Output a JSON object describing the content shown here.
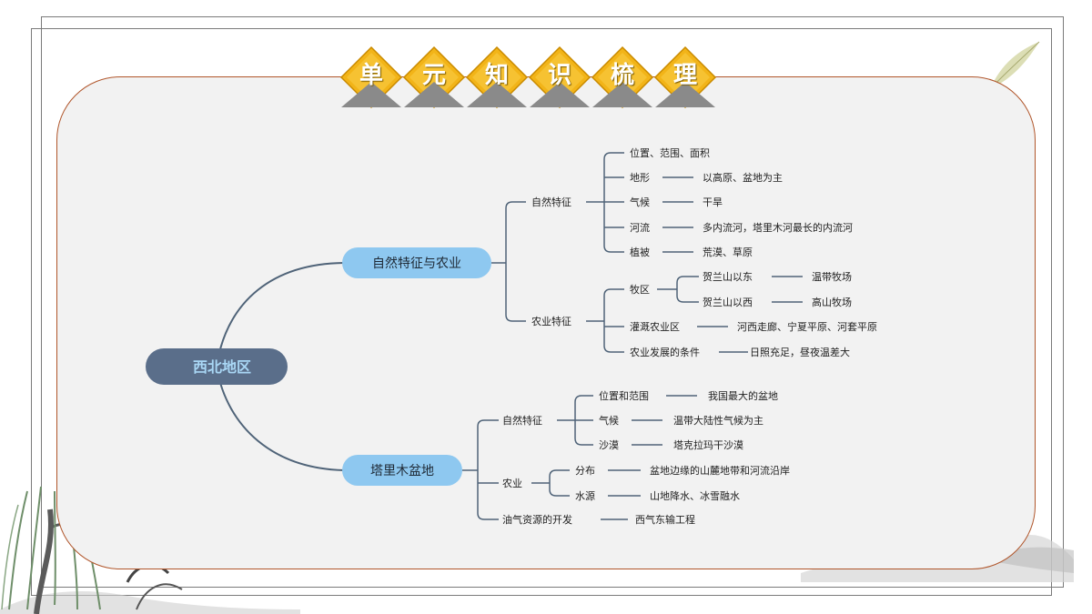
{
  "title_chars": [
    "单",
    "元",
    "知",
    "识",
    "梳",
    "理"
  ],
  "root": "西北地区",
  "branches": {
    "b1": {
      "label": "自然特征与农业",
      "natural": {
        "label": "自然特征",
        "items": [
          {
            "label": "位置、范围、面积"
          },
          {
            "label": "地形",
            "value": "以高原、盆地为主"
          },
          {
            "label": "气候",
            "value": "干旱"
          },
          {
            "label": "河流",
            "value": "多内流河，塔里木河最长的内流河"
          },
          {
            "label": "植被",
            "value": "荒漠、草原"
          }
        ]
      },
      "agri": {
        "label": "农业特征",
        "pasture": {
          "label": "牧区",
          "items": [
            {
              "label": "贺兰山以东",
              "value": "温带牧场"
            },
            {
              "label": "贺兰山以西",
              "value": "高山牧场"
            }
          ]
        },
        "irrigation": {
          "label": "灌溉农业区",
          "value": "河西走廊、宁夏平原、河套平原"
        },
        "conditions": {
          "label": "农业发展的条件",
          "value": "日照充足，昼夜温差大"
        }
      }
    },
    "b2": {
      "label": "塔里木盆地",
      "natural": {
        "label": "自然特征",
        "items": [
          {
            "label": "位置和范围",
            "value": "我国最大的盆地"
          },
          {
            "label": "气候",
            "value": "温带大陆性气候为主"
          },
          {
            "label": "沙漠",
            "value": "塔克拉玛干沙漠"
          }
        ]
      },
      "agri": {
        "label": "农业",
        "items": [
          {
            "label": "分布",
            "value": "盆地边缘的山麓地带和河流沿岸"
          },
          {
            "label": "水源",
            "value": "山地降水、冰雪融水"
          }
        ]
      },
      "oil": {
        "label": "油气资源的开发",
        "value": "西气东输工程"
      }
    }
  },
  "colors": {
    "root_fill": "#5a6e8a",
    "root_text": "#a9d7f5",
    "branch_fill": "#8ec8f0",
    "line": "#4f6378",
    "panel_border": "#b0552a",
    "panel_fill": "#f2f2f2",
    "tile_gold": "#f2b418"
  }
}
